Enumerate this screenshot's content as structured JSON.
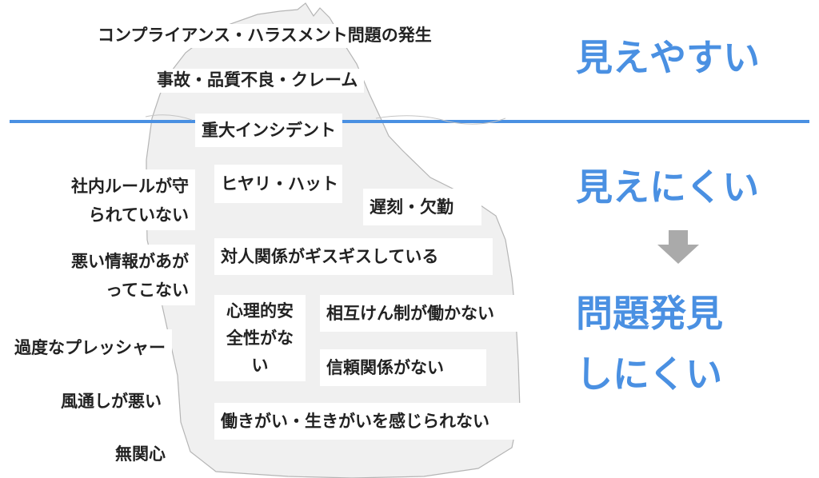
{
  "colors": {
    "accent_blue": "#4a90e2",
    "waterline": "#4a90e2",
    "iceberg_fill": "#f0f0f0",
    "iceberg_stroke": "#b5b5b5",
    "arrow": "#aaaaaa"
  },
  "above_water": {
    "item1": "コンプライアンス・ハラスメント問題の発生",
    "item2": "事故・品質不良・クレーム",
    "item3": "重大インシデント"
  },
  "inside_iceberg": {
    "hiyari": "ヒヤリ・ハット",
    "chikoku": "遅刻・欠勤",
    "taijin": "対人関係がギスギスしている",
    "shinri": "心理的安全性がない",
    "sougo": "相互けん制が働かない",
    "shinrai": "信頼関係がない",
    "hataraki": "働きがい・生きがいを感じられない"
  },
  "left_side": {
    "rule": "社内ルールが守られていない",
    "warui": "悪い情報があがってこない",
    "pressure": "過度なプレッシャー",
    "kazetooshi": "風通しが悪い",
    "mukanshin": "無関心"
  },
  "right_side": {
    "visible": "見えやすい",
    "invisible": "見えにくい",
    "problem_line1": "問題発見",
    "problem_line2": "しにくい"
  },
  "icons": {
    "arrow": "arrow-down-icon"
  }
}
